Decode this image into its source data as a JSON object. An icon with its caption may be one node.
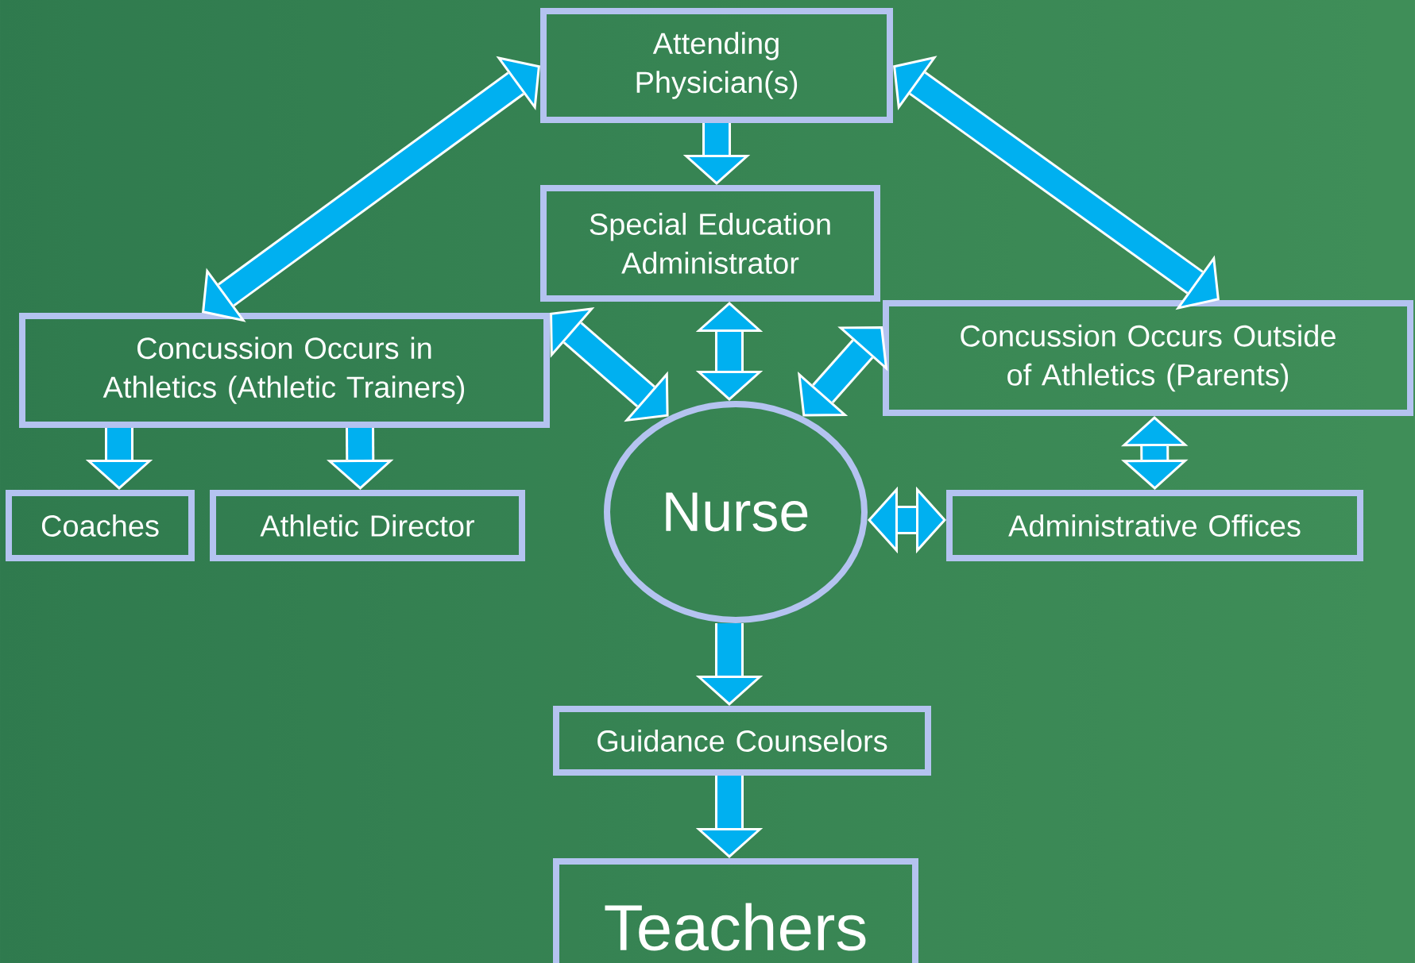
{
  "diagram": {
    "nodes": [
      {
        "text": [
          "Attending Physician(s)"
        ]
      },
      {
        "text": [
          "Special Education Administrator"
        ]
      },
      {
        "text": [
          "Concussion Occurs in Athletics (Athletic Trainers)"
        ]
      },
      {
        "text": [
          "Concussion Occurs Outside of Athletics (Parents)"
        ]
      },
      {
        "text": [
          "Coaches"
        ]
      },
      {
        "text": [
          "Athletic Director"
        ]
      },
      {
        "text": [
          "Nurse"
        ]
      },
      {
        "text": [
          "Administrative Offices"
        ]
      },
      {
        "text": [
          "Guidance Counselors"
        ]
      },
      {
        "text": [
          "Teachers"
        ]
      }
    ],
    "edges": [
      {
        "from": 0,
        "to": 1,
        "arrow": "to"
      },
      {
        "from": 0,
        "to": 2,
        "arrow": "both"
      },
      {
        "from": 0,
        "to": 3,
        "arrow": "both"
      },
      {
        "from": 1,
        "to": 6,
        "arrow": "both"
      },
      {
        "from": 2,
        "to": 6,
        "arrow": "both"
      },
      {
        "from": 3,
        "to": 6,
        "arrow": "both"
      },
      {
        "from": 2,
        "to": 4,
        "arrow": "to"
      },
      {
        "from": 2,
        "to": 5,
        "arrow": "to"
      },
      {
        "from": 3,
        "to": 7,
        "arrow": "both"
      },
      {
        "from": 6,
        "to": 7,
        "arrow": "both"
      },
      {
        "from": 6,
        "to": 8,
        "arrow": "to"
      },
      {
        "from": 8,
        "to": 9,
        "arrow": "to"
      }
    ]
  }
}
